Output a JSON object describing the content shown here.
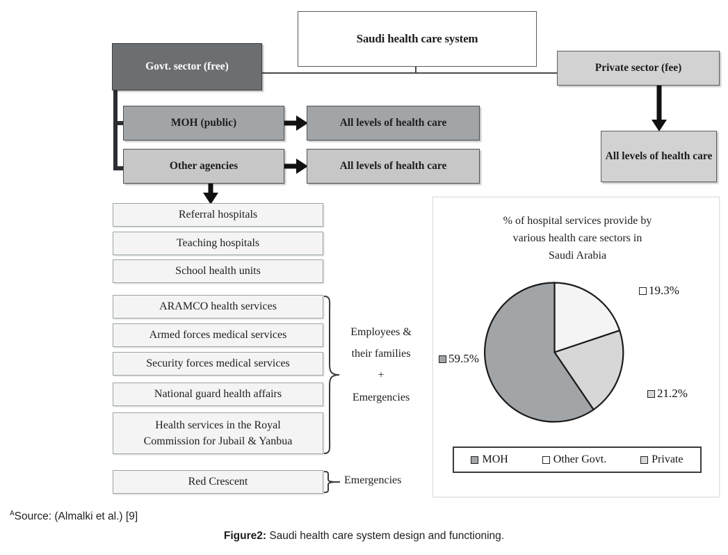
{
  "figure": {
    "source_marker": "A",
    "source_text": "Source: (Almalki et al.) [9]",
    "caption_label": "Figure2:",
    "caption_text": " Saudi health care system design and functioning."
  },
  "diagram": {
    "title_box": "Saudi health care system",
    "govt_sector": "Govt. sector (free)",
    "private_sector": "Private sector (fee)",
    "moh": "MOH (public)",
    "other_agencies": "Other agencies",
    "all_levels_moh": "All levels of health care",
    "all_levels_other": "All levels of health care",
    "all_levels_private_line1": "All levels of",
    "all_levels_private_line2": "health care",
    "moh_facilities": [
      "Referral hospitals",
      "Teaching hospitals",
      "School health units"
    ],
    "agency_services": [
      "ARAMCO health services",
      "Armed forces medical  services",
      "Security forces medical services",
      "National  guard health affairs"
    ],
    "royal_commission_line1": "Health  services  in the  Royal",
    "royal_commission_line2": "Commission for Jubail & Yanbua",
    "red_crescent": "Red Crescent",
    "brace_label_employees_line1": "Employees &",
    "brace_label_employees_line2": "their families",
    "brace_label_employees_line3": "+",
    "brace_label_employees_line4": "Emergencies",
    "brace_label_emergencies": "Emergencies"
  },
  "chart_data": {
    "type": "pie",
    "title": "% of hospital services provide by various health care sectors in Saudi Arabia",
    "title_line1": "% of hospital services provide by",
    "title_line2": "various health care sectors in",
    "title_line3": "Saudi Arabia",
    "categories": [
      "MOH",
      "Other Govt.",
      "Private"
    ],
    "values": [
      59.5,
      19.3,
      21.2
    ],
    "value_labels": [
      "59.5%",
      "21.2%",
      "19.3%"
    ],
    "label_moh": "59.5%",
    "label_other_govt": "19.3%",
    "label_private": "21.2%",
    "colors": [
      "#a2a5a8",
      "#f4f4f4",
      "#d7d7d7"
    ],
    "legend_position": "bottom",
    "legend": [
      {
        "label": "MOH",
        "color": "#a2a5a8"
      },
      {
        "label": "Other Govt.",
        "color": "#ffffff"
      },
      {
        "label": "Private",
        "color": "#d7d7d7"
      }
    ]
  },
  "palette": {
    "dark_gray": "#6c6f72",
    "mid_gray": "#a2a5a8",
    "light_gray": "#c7c7c7",
    "pale_gray": "#f4f4f4",
    "outline": "#4d4f52"
  }
}
